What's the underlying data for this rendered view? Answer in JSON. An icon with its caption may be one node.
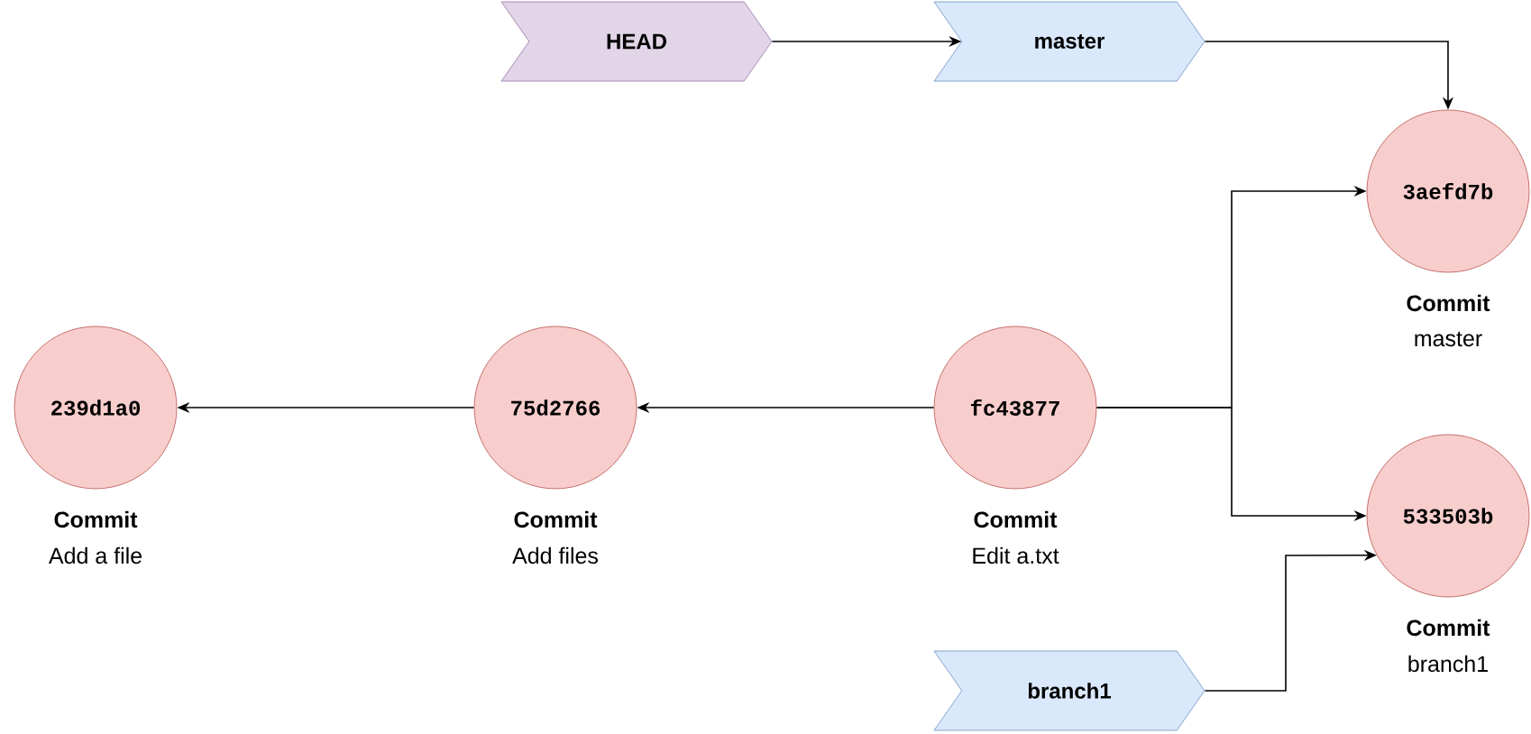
{
  "diagram": {
    "nodes": [
      {
        "text": [
          "HEAD"
        ]
      },
      {
        "text": [
          "master"
        ]
      },
      {
        "text": [
          "3aefd7b"
        ],
        "beside": [
          "Commit",
          "master"
        ]
      },
      {
        "text": [
          "239d1a0"
        ],
        "beside": [
          "Commit",
          "Add a file"
        ]
      },
      {
        "text": [
          "75d2766"
        ],
        "beside": [
          "Commit",
          "Add files"
        ]
      },
      {
        "text": [
          "fc43877"
        ],
        "beside": [
          "Commit",
          "Edit a.txt"
        ]
      },
      {
        "text": [
          "533503b"
        ],
        "beside": [
          "Commit",
          "branch1"
        ]
      },
      {
        "text": [
          "branch1"
        ]
      }
    ],
    "edges": [
      {
        "from": 0,
        "to": 1,
        "arrow": "to"
      },
      {
        "from": 1,
        "to": 2,
        "arrow": "to"
      },
      {
        "from": 5,
        "to": 4,
        "arrow": "to"
      },
      {
        "from": 4,
        "to": 3,
        "arrow": "to"
      },
      {
        "from": 5,
        "to": 2,
        "arrow": "to"
      },
      {
        "from": 5,
        "to": 6,
        "arrow": "to"
      },
      {
        "from": 7,
        "to": 6,
        "arrow": "to"
      }
    ]
  }
}
